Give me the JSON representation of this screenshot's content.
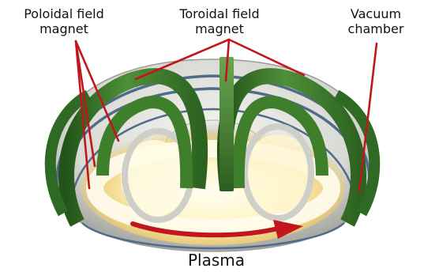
{
  "labels": {
    "poloidal": [
      "Poloidal field",
      "magnet"
    ],
    "toroidal": [
      "Toroidal field",
      "magnet"
    ],
    "vacuum": [
      "Vacuum",
      "chamber"
    ],
    "plasma": "Plasma"
  },
  "colors": {
    "background": "#ffffff",
    "coil_green": "#3f7f2c",
    "coil_green_dark": "#23551a",
    "coil_green_light": "#73a85a",
    "vessel_grey": "#d7d7d2",
    "vessel_shadow": "#9c9c96",
    "ring_blue": "#516b8a",
    "plasma_core": "#fffde6",
    "plasma_glow": "#f6d77a",
    "pointer_red": "#c0161c",
    "label_text": "#111111"
  }
}
